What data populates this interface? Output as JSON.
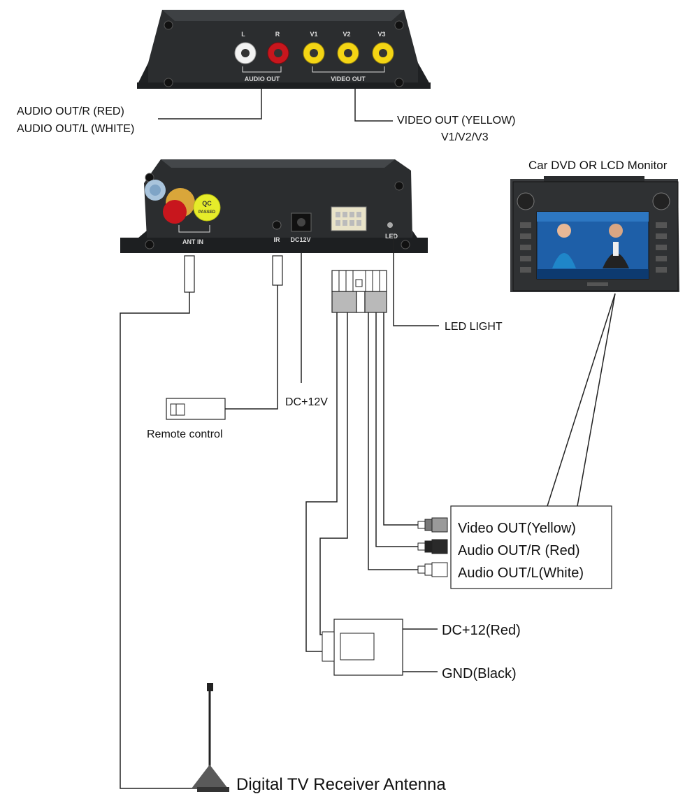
{
  "top_device": {
    "jack_labels": [
      "L",
      "R",
      "V1",
      "V2",
      "V3"
    ],
    "group_audio": "AUDIO OUT",
    "group_video": "VIDEO OUT"
  },
  "front_device": {
    "ant_label": "ANT IN",
    "ir_label": "IR",
    "dc_label": "DC12V",
    "led_label": "LED",
    "qc_line1": "QC",
    "qc_line2": "PASSED"
  },
  "callouts": {
    "audio_out_r": "AUDIO OUT/R (RED)",
    "audio_out_l": "AUDIO OUT/L (WHITE)",
    "video_out": "VIDEO OUT (YELLOW)",
    "video_out_ch": "V1/V2/V3",
    "monitor_title": "Car DVD OR LCD Monitor",
    "led_light": "LED LIGHT",
    "dc_12v": "DC+12V",
    "remote_control": "Remote control",
    "video_out_yellow": "Video OUT(Yellow)",
    "audio_out_r_red": "Audio OUT/R (Red)",
    "audio_out_l_white": "Audio OUT/L(White)",
    "dc_12_red": "DC+12(Red)",
    "gnd_black": "GND(Black)",
    "antenna": "Digital TV Receiver Antenna"
  },
  "colors": {
    "device_body": "#2b2d2f",
    "jack_white": "#f2f2f2",
    "jack_red": "#c8161d",
    "jack_yellow": "#f4d514",
    "monitor_frame": "#3a3c3e",
    "screen_blue": "#1e5fa8"
  }
}
